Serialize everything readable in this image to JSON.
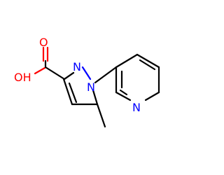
{
  "molecule": {
    "atoms": {
      "oxygen_carbonyl": "O",
      "hydroxyl": "OH",
      "nitrogen_pyrazole_n2": "N",
      "nitrogen_pyrazole_n1": "N",
      "nitrogen_pyridine": "N"
    },
    "colors": {
      "oxygen": "#ff0000",
      "nitrogen": "#0000ff",
      "bond": "#000000",
      "background": "#ffffff"
    }
  }
}
